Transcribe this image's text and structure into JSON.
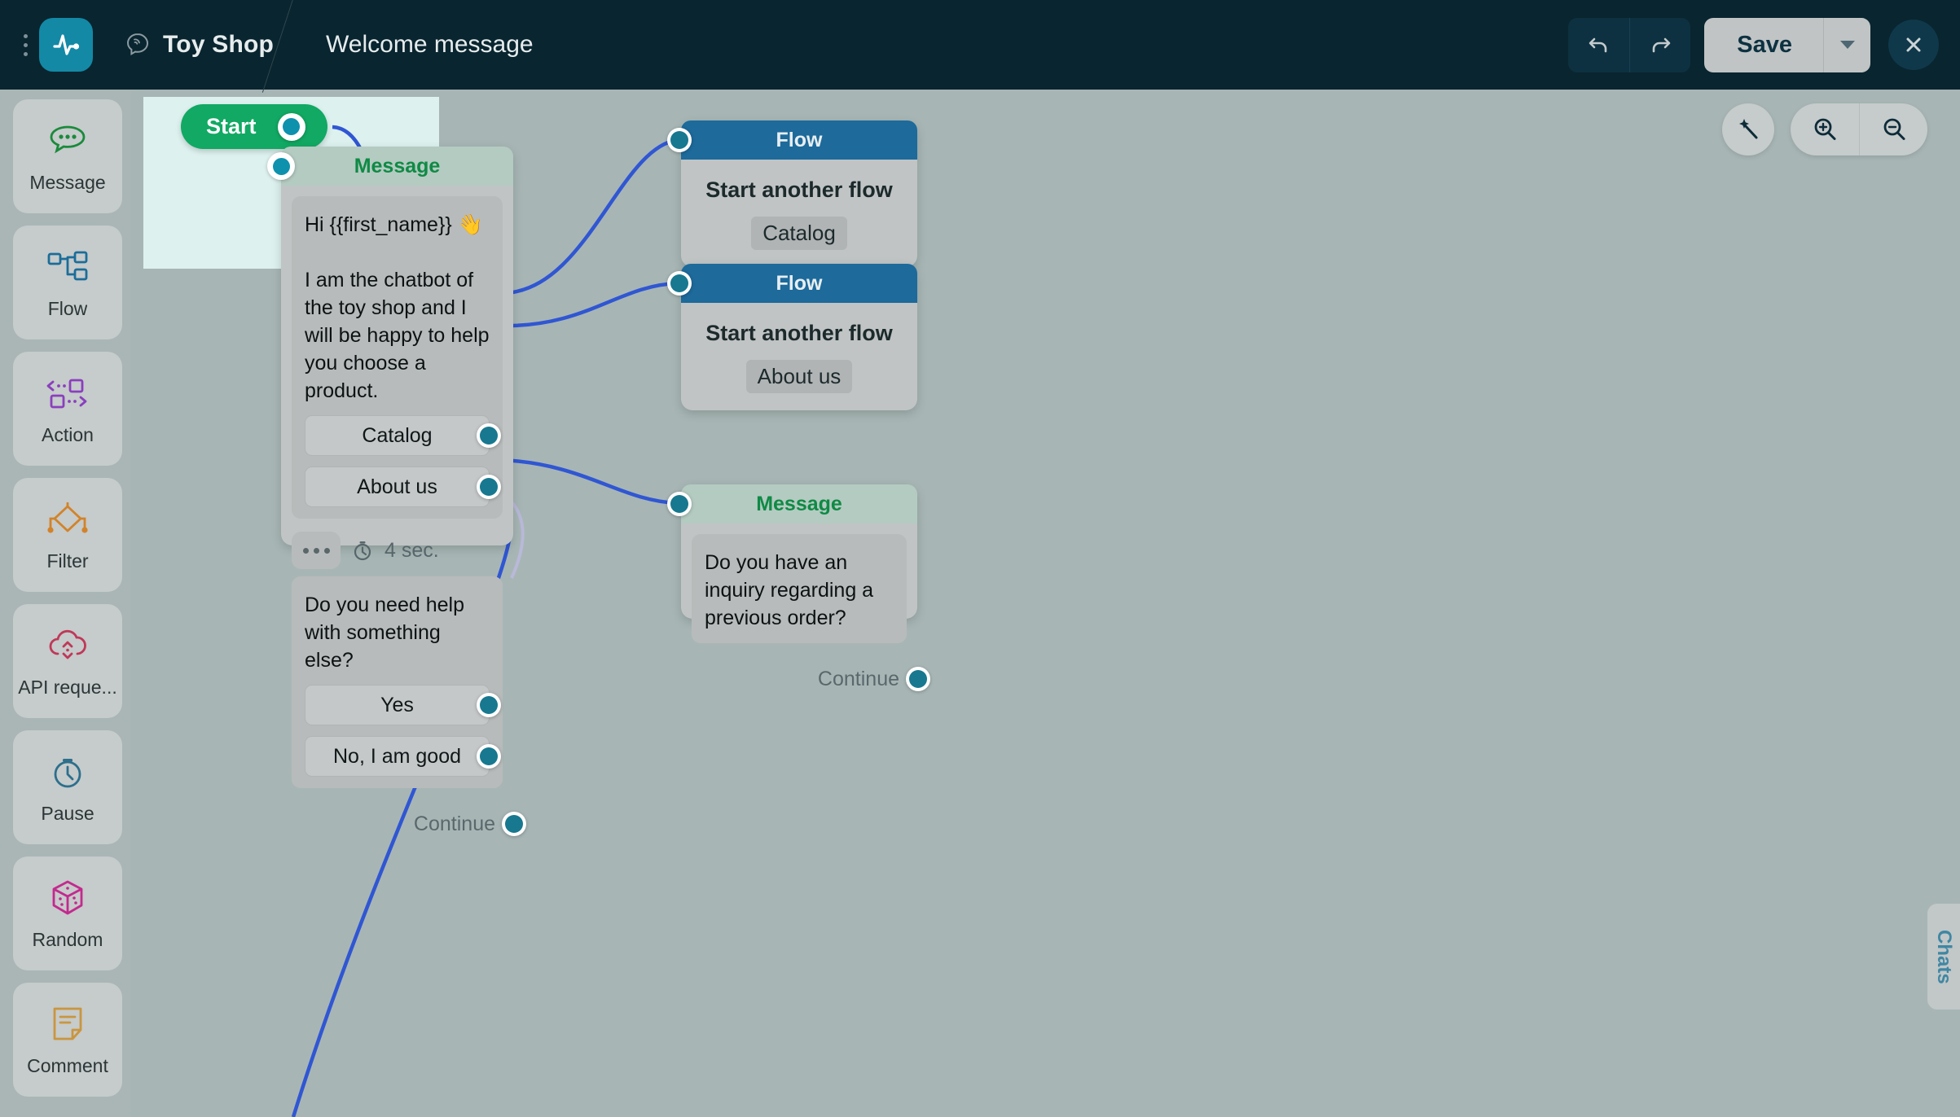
{
  "header": {
    "menu_icon": "kebab-menu-icon",
    "logo_icon": "activity-pulse-logo",
    "channel_icon": "viber-icon",
    "breadcrumb_account": "Toy Shop",
    "page_title": "Welcome message",
    "undo_label": "undo-icon",
    "redo_label": "redo-icon",
    "save_label": "Save",
    "save_caret": "chevron-down-icon",
    "close_label": "close-icon",
    "colors": {
      "bar_bg": "#09252f",
      "accent": "#1389a6",
      "save_bg": "#c0c4c5"
    }
  },
  "sidebar": {
    "items": [
      {
        "label": "Message",
        "icon": "speech-bubble-icon",
        "color": "#1a8a3c"
      },
      {
        "label": "Flow",
        "icon": "flow-nodes-icon",
        "color": "#1b6d99"
      },
      {
        "label": "Action",
        "icon": "action-arrows-icon",
        "color": "#8a3fbe"
      },
      {
        "label": "Filter",
        "icon": "filter-diamond-icon",
        "color": "#d2832a"
      },
      {
        "label": "API reque...",
        "icon": "api-cloud-icon",
        "color": "#bf3858"
      },
      {
        "label": "Pause",
        "icon": "stopwatch-icon",
        "color": "#2d6f8c"
      },
      {
        "label": "Random",
        "icon": "dice-icon",
        "color": "#c32a8e"
      },
      {
        "label": "Comment",
        "icon": "comment-note-icon",
        "color": "#c9963f"
      }
    ]
  },
  "canvas": {
    "start_node": {
      "label": "Start",
      "port": "output-port"
    },
    "controls": {
      "auto_arrange": "magic-wand-icon",
      "zoom_in": "zoom-in-icon",
      "zoom_out": "zoom-out-icon"
    },
    "chats_tab": "Chats"
  },
  "nodes": {
    "welcome_message": {
      "type": "Message",
      "header": "Message",
      "bubble1_text": "Hi {{first_name}} 👋\n\nI am the chatbot of the toy shop and I will be happy to help you choose a product.",
      "bubble1_buttons": [
        {
          "label": "Catalog"
        },
        {
          "label": "About us"
        }
      ],
      "delay_icon": "stopwatch-icon",
      "delay_text": "4 sec.",
      "more_icon": "typing-dots-icon",
      "bubble2_text": "Do you need help with something else?",
      "bubble2_buttons": [
        {
          "label": "Yes"
        },
        {
          "label": "No, I am good"
        }
      ],
      "continue_label": "Continue"
    },
    "flow_catalog": {
      "type": "Flow",
      "header": "Flow",
      "title": "Start another flow",
      "chip": "Catalog"
    },
    "flow_about": {
      "type": "Flow",
      "header": "Flow",
      "title": "Start another flow",
      "chip": "About us"
    },
    "message_inquiry": {
      "type": "Message",
      "header": "Message",
      "bubble_text": "Do you have an inquiry regarding a previous order?",
      "continue_label": "Continue"
    }
  },
  "edge_color": "#3056d3"
}
